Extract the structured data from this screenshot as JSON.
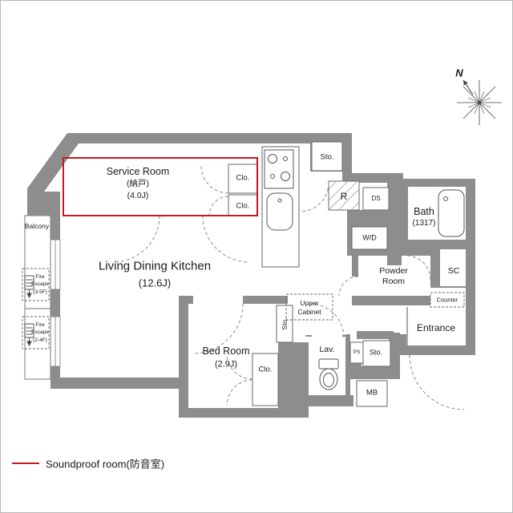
{
  "compass": {
    "north": "N"
  },
  "legend": {
    "label": "Soundproof room(防音室)",
    "line_color": "#c9171e"
  },
  "rooms": {
    "ldk": {
      "name": "Living Dining Kitchen",
      "size": "(12.6J)"
    },
    "service_room": {
      "name": "Service Room",
      "name_jp": "(納戸)",
      "size": "(4.0J)"
    },
    "bed_room": {
      "name": "Bed Room",
      "size": "(2.9J)"
    },
    "bath": {
      "name": "Bath",
      "size": "(1317)"
    },
    "powder_room": {
      "line1": "Powder",
      "line2": "Room"
    },
    "entrance": {
      "name": "Entrance"
    },
    "lavatory": {
      "name": "Lav."
    },
    "balcony": {
      "name": "Balcony"
    }
  },
  "fixtures": {
    "closet_a": "Clo.",
    "closet_b": "Clo.",
    "closet_bedroom": "Clo.",
    "storage_top": "Sto.",
    "storage_hall": "Sto.",
    "storage_corridor": "Sto.",
    "refrigerator": "R",
    "duct_space": "DS",
    "washer_dryer": "W/D",
    "shoe_closet": "SC",
    "counter": "Counter",
    "upper_cabinet_line1": "Upper",
    "upper_cabinet_line2": "Cabinet",
    "pipe_space": "PS",
    "meter_box": "MB"
  },
  "fire_escapes": [
    {
      "line1": "Fire",
      "line2": "Escape",
      "floors": "(3-5F)"
    },
    {
      "line1": "Fire",
      "line2": "Escape",
      "floors": "(2-4F)"
    }
  ],
  "colors": {
    "wall": "#8d8d8d",
    "soundproof": "#c9171e"
  }
}
